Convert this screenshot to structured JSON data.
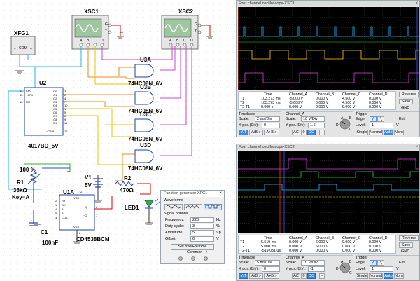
{
  "schematic": {
    "xfg1": {
      "label": "XFG1",
      "minus": "−",
      "com": "COM",
      "plus": "+"
    },
    "xsc1": {
      "label": "XSC1",
      "g": "G",
      "t": "T",
      "chans": [
        "A",
        "B",
        "C",
        "D"
      ]
    },
    "xsc2": {
      "label": "XSC2",
      "g": "G",
      "t": "T",
      "chans": [
        "A",
        "B",
        "C",
        "D"
      ]
    },
    "u2": {
      "ref": "U2",
      "name": "4017BD_5V",
      "pins_left": [
        "14",
        "13",
        "15"
      ],
      "pins_left_names": [
        "CP0",
        "~CP1",
        "MR"
      ],
      "pins_right": [
        "3",
        "2",
        "4",
        "7",
        "10",
        "1",
        "5",
        "6",
        "9",
        "11",
        "12"
      ],
      "pins_right_names": [
        "O0",
        "O1",
        "O2",
        "O3",
        "O4",
        "O5",
        "O6",
        "O7",
        "O8",
        "O9",
        "~O5-9"
      ]
    },
    "gates": [
      {
        "ref": "U3A",
        "name": "74HC08N_6V"
      },
      {
        "ref": "U3B",
        "name": "74HC08N_6V"
      },
      {
        "ref": "U3C",
        "name": "74HC08N_6V"
      },
      {
        "ref": "U3D",
        "name": "74HC08N_6V"
      }
    ],
    "r1": {
      "ref": "R1",
      "value": "36kΩ",
      "key": "Key=A",
      "percent": "100 %"
    },
    "v1": {
      "ref": "V1",
      "value": "5V"
    },
    "r2": {
      "ref": "R2",
      "value": "470Ω"
    },
    "led1": {
      "ref": "LED1"
    },
    "u1a": {
      "ref": "U1A",
      "name": "CD4538BCM",
      "pins": [
        "RX",
        "CX",
        "A",
        "B",
        "CDA",
        "Q",
        "~Q",
        "VSS",
        "VDD"
      ],
      "pin_nums": [
        "2",
        "1",
        "4",
        "5",
        "3",
        "6",
        "7",
        "8",
        "16"
      ]
    },
    "c1": {
      "ref": "C1",
      "value": "100nF"
    }
  },
  "scope1": {
    "title": "Four channel oscilloscope-XSC1",
    "close": "×",
    "readout_headers": [
      "Time",
      "Channel_A",
      "Channel_B",
      "Channel_C",
      "Channel_D"
    ],
    "rows": [
      {
        "label": "T1",
        "time": "103.273 ms",
        "a": "-5.000 V",
        "b": "0.000 V",
        "c": "4.500 V",
        "d": "0.000 V"
      },
      {
        "label": "T2",
        "time": "103.273 ms",
        "a": "-5.000 V",
        "b": "0.000 V",
        "c": "4.500 V",
        "d": "0.000 V"
      },
      {
        "label": "T2-T1",
        "time": "0.000 s",
        "a": "0.000 V",
        "b": "0.000 V",
        "c": "0.000 V",
        "d": "0.000 V"
      }
    ],
    "reverse": "Reverse",
    "save": "Save",
    "gnd": "GND",
    "timebase": {
      "label": "Timebase",
      "scale_label": "Scale:",
      "scale": "2 ms/Div",
      "xpos_label": "X pos.(Div):",
      "xpos": "0"
    },
    "channel": {
      "label": "Channel_A",
      "scale_label": "Scale:",
      "scale": "10 V/Div",
      "ypos_label": "Y pos.(Div):",
      "ypos": "1.6"
    },
    "trigger": {
      "label": "Trigger",
      "edge_label": "Edge:",
      "level_label": "Level:",
      "level": "1",
      "unit": "V",
      "ext": "Ext"
    },
    "buttons": {
      "yt": "Y/T",
      "ab": "A/B >",
      "apb": "A+B >",
      "ac": "AC",
      "zero": "0",
      "dc": "DC",
      "minus": "-",
      "single": "Single",
      "normal": "Normal",
      "auto": "Auto",
      "none": "None"
    },
    "knob": [
      "A",
      "B",
      "C",
      "D"
    ]
  },
  "scope2": {
    "title": "Four channel oscilloscope-XSC2",
    "close": "×",
    "readout_headers": [
      "Time",
      "Channel_A",
      "Channel_B",
      "Channel_C",
      "Channel_D"
    ],
    "rows": [
      {
        "label": "T1",
        "time": "5.519 ms",
        "a": "0.000 V",
        "b": "6.000 V",
        "c": "0.000 V",
        "d": "0.000 V"
      },
      {
        "label": "T2",
        "time": "5.000 ms",
        "a": "0.000 V",
        "b": "6.000 V",
        "c": "0.000 V",
        "d": "0.000 V"
      },
      {
        "label": "T2-T1",
        "time": "-519.031 us",
        "a": "0.000 V",
        "b": "0.000 V",
        "c": "0.000 V",
        "d": "0.000 V"
      }
    ],
    "reverse": "Reverse",
    "save": "Save",
    "gnd": "GND",
    "timebase": {
      "label": "Timebase",
      "scale_label": "Scale:",
      "scale": "5 ms/Div",
      "xpos_label": "X pos.(Div):",
      "xpos": "0"
    },
    "channel": {
      "label": "Channel_A",
      "scale_label": "Scale:",
      "scale": "10 V/Div",
      "ypos_label": "Y pos.(Div):",
      "ypos": "-1"
    },
    "trigger": {
      "label": "Trigger",
      "edge_label": "Edge:",
      "level_label": "Level:",
      "level": "1",
      "unit": "V",
      "ext": "Ext"
    },
    "buttons": {
      "yt": "Y/T",
      "ab": "A/B >",
      "apb": "A+B >",
      "ac": "AC",
      "zero": "0",
      "dc": "DC",
      "minus": "-",
      "single": "Single",
      "normal": "Normal",
      "auto": "Auto",
      "none": "None"
    },
    "knob": [
      "A",
      "B",
      "C",
      "D"
    ]
  },
  "funcgen": {
    "title": "Function generator-XFG1",
    "close": "×",
    "waveforms_label": "Waveforms",
    "signal_options_label": "Signal options",
    "fields": [
      {
        "label": "Frequency:",
        "value": "220",
        "unit": "Hz"
      },
      {
        "label": "Duty cycle:",
        "value": "3",
        "unit": "%"
      },
      {
        "label": "Amplitude:",
        "value": "5",
        "unit": "Vp"
      },
      {
        "label": "Offset:",
        "value": "0",
        "unit": "V"
      }
    ],
    "rise_fall": "Set rise/Fall time",
    "common": "Common",
    "minus": "−",
    "plus": "+"
  },
  "colors": {
    "wire_cyan": "#21b6e8",
    "wire_orange": "#f28a1a",
    "wire_yellow": "#e8c400",
    "wire_magenta": "#cc44cc",
    "wire_red": "#e00000",
    "wire_green": "#2db52d",
    "wire_blue": "#1e4fd0",
    "trace_cyan": "#20c8ff",
    "trace_yellow": "#ffd200",
    "trace_magenta": "#e040e0",
    "trace_green": "#20e020"
  }
}
